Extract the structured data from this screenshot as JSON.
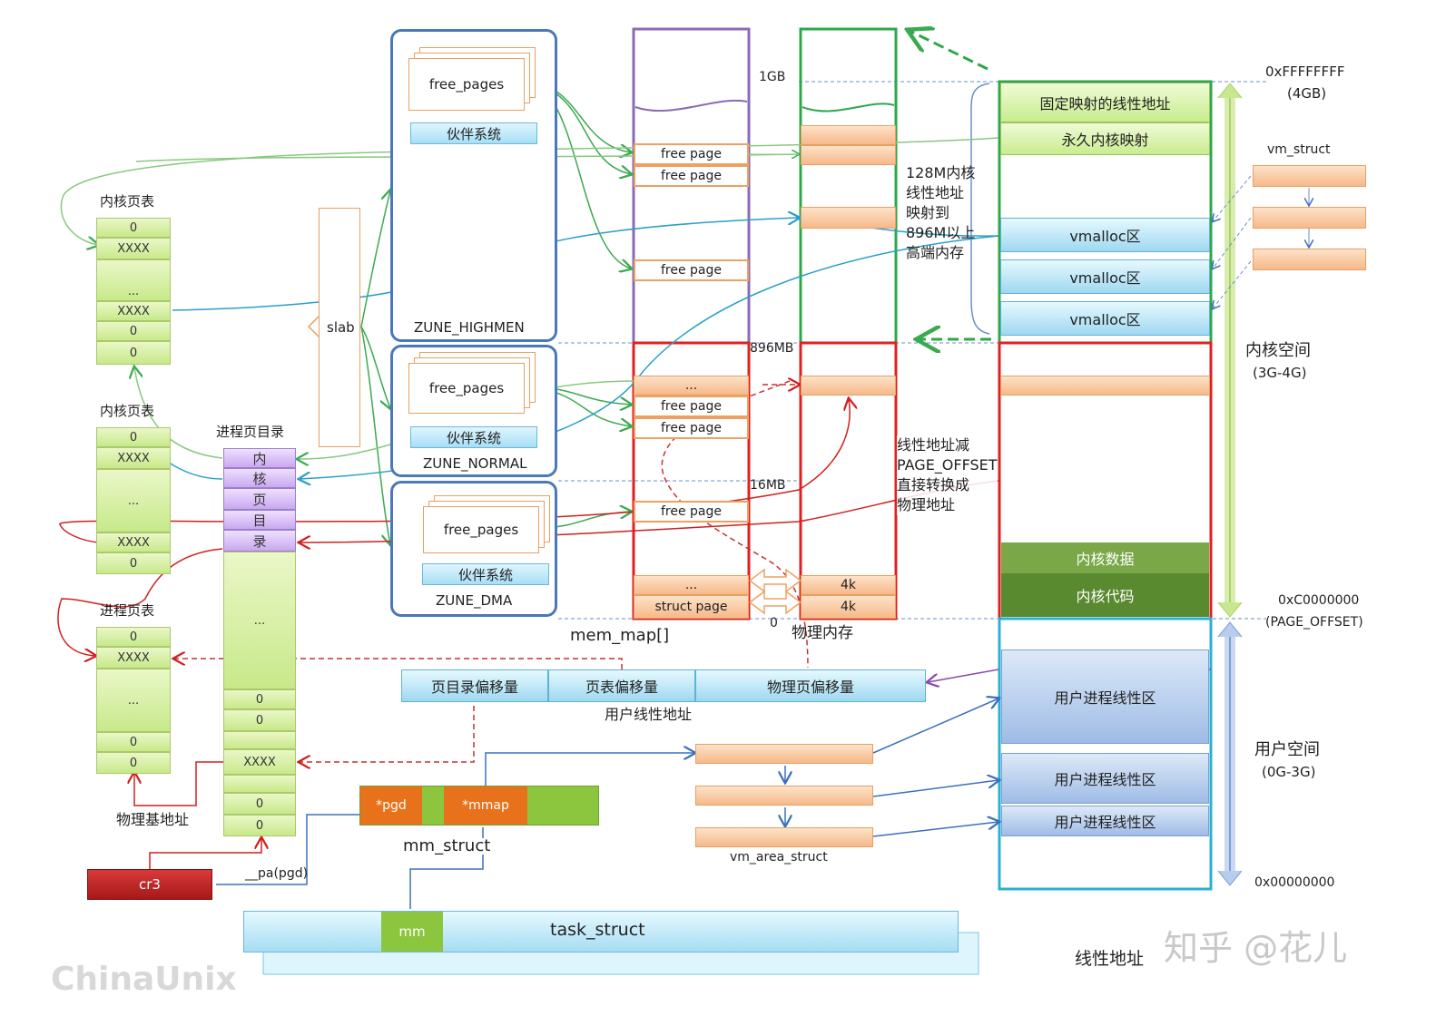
{
  "kernel_page_table_top": {
    "title": "内核页表",
    "cells": [
      "0",
      "XXXX",
      "...",
      "XXXX",
      "0",
      "0"
    ]
  },
  "kernel_page_table_mid": {
    "title": "内核页表",
    "cells": [
      "0",
      "XXXX",
      "...",
      "XXXX",
      "0"
    ]
  },
  "process_page_table": {
    "title": "进程页表",
    "cells": [
      "0",
      "XXXX",
      "...",
      "0",
      "0"
    ]
  },
  "process_page_dir": {
    "title": "进程页目录",
    "kernel_chars": [
      "内",
      "核",
      "页",
      "目",
      "录"
    ],
    "cells": [
      "...",
      "0",
      "0",
      "XXXX",
      "0",
      "0"
    ]
  },
  "slab_label": "slab",
  "zones": [
    {
      "name": "ZUNE_HIGHMEN",
      "free_pages": "free_pages",
      "buddy": "伙伴系统"
    },
    {
      "name": "ZUNE_NORMAL",
      "free_pages": "free_pages",
      "buddy": "伙伴系统"
    },
    {
      "name": "ZUNE_DMA",
      "free_pages": "free_pages",
      "buddy": "伙伴系统"
    }
  ],
  "mem_map": {
    "label": "mem_map[]",
    "free_page": "free page",
    "dots": "...",
    "struct_page": "struct page"
  },
  "phys_mem": {
    "label": "物理内存",
    "marks": {
      "gb1": "1GB",
      "mb896": "896MB",
      "mb16": "16MB",
      "zero": "0"
    },
    "page_4k": "4k"
  },
  "notes": {
    "highmem": [
      "128M内核",
      "线性地址",
      "映射到",
      "896M以上",
      "高端内存"
    ],
    "direct": [
      "线性地址减",
      "PAGE_OFFSET",
      "直接转换成",
      "物理地址"
    ]
  },
  "kernel_space": {
    "fixed_map": "固定映射的线性地址",
    "persistent": "永久内核映射",
    "vmalloc": "vmalloc区",
    "kernel_data": "内核数据",
    "kernel_code": "内核代码"
  },
  "user_space": {
    "region": "用户进程线性区"
  },
  "addresses": {
    "top": "0xFFFFFFFF",
    "top_sub": "(4GB)",
    "page_offset": "0xC0000000",
    "page_offset_sub": "(PAGE_OFFSET)",
    "bottom": "0x00000000"
  },
  "space_labels": {
    "kernel": "内核空间",
    "kernel_range": "(3G-4G)",
    "user": "用户空间",
    "user_range": "(0G-3G)"
  },
  "vm_struct": "vm_struct",
  "linear_address": {
    "seg1": "页目录偏移量",
    "seg2": "页表偏移量",
    "seg3": "物理页偏移量",
    "label": "用户线性地址"
  },
  "mm_struct": {
    "pgd": "*pgd",
    "mmap": "*mmap",
    "label": "mm_struct"
  },
  "vm_area_struct": "vm_area_struct",
  "cr3": "cr3",
  "pa_pgd": "__pa(pgd)",
  "phys_base": "物理基地址",
  "task_struct": {
    "mm": "mm",
    "label": "task_struct"
  },
  "linear_addr_footer": "线性地址",
  "watermark_left": "ChinaUnix",
  "watermark_right": "知乎 @花儿",
  "colors": {
    "zone_border": "#4a78b8",
    "mem_map_top": "#8a6bb5",
    "phys_top": "#2ca84a",
    "red": "#e02020",
    "cyan": "#2aa8d0"
  }
}
